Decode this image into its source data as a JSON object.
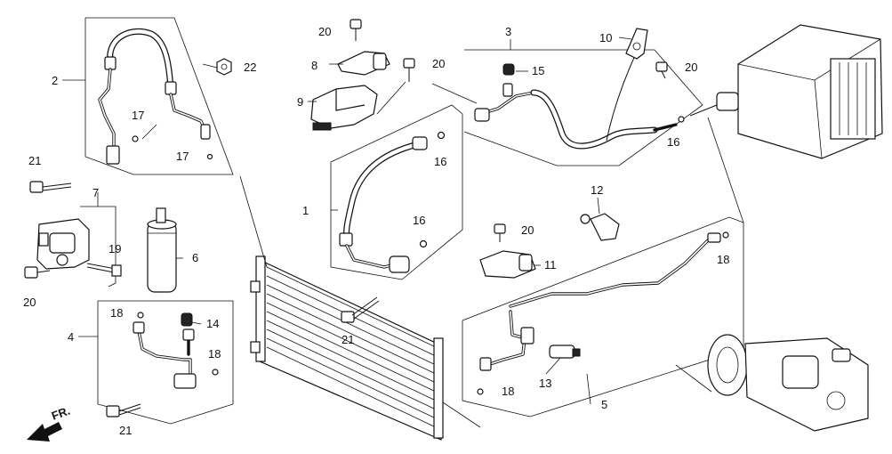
{
  "labels": {
    "c1": "1",
    "c2": "2",
    "c3": "3",
    "c4": "4",
    "c5": "5",
    "c6": "6",
    "c7": "7",
    "c8": "8",
    "c9": "9",
    "c10": "10",
    "c11": "11",
    "c12": "12",
    "c13": "13",
    "c14": "14",
    "c15": "15",
    "c16a": "16",
    "c16b": "16",
    "c16c": "16",
    "c17a": "17",
    "c17b": "17",
    "c18a": "18",
    "c18b": "18",
    "c18c": "18",
    "c18d": "18",
    "c19": "19",
    "c20a": "20",
    "c20b": "20",
    "c20c": "20",
    "c20d": "20",
    "c20e": "20",
    "c21a": "21",
    "c21b": "21",
    "c21c": "21",
    "c22": "22"
  },
  "direction": {
    "front": "FR."
  }
}
